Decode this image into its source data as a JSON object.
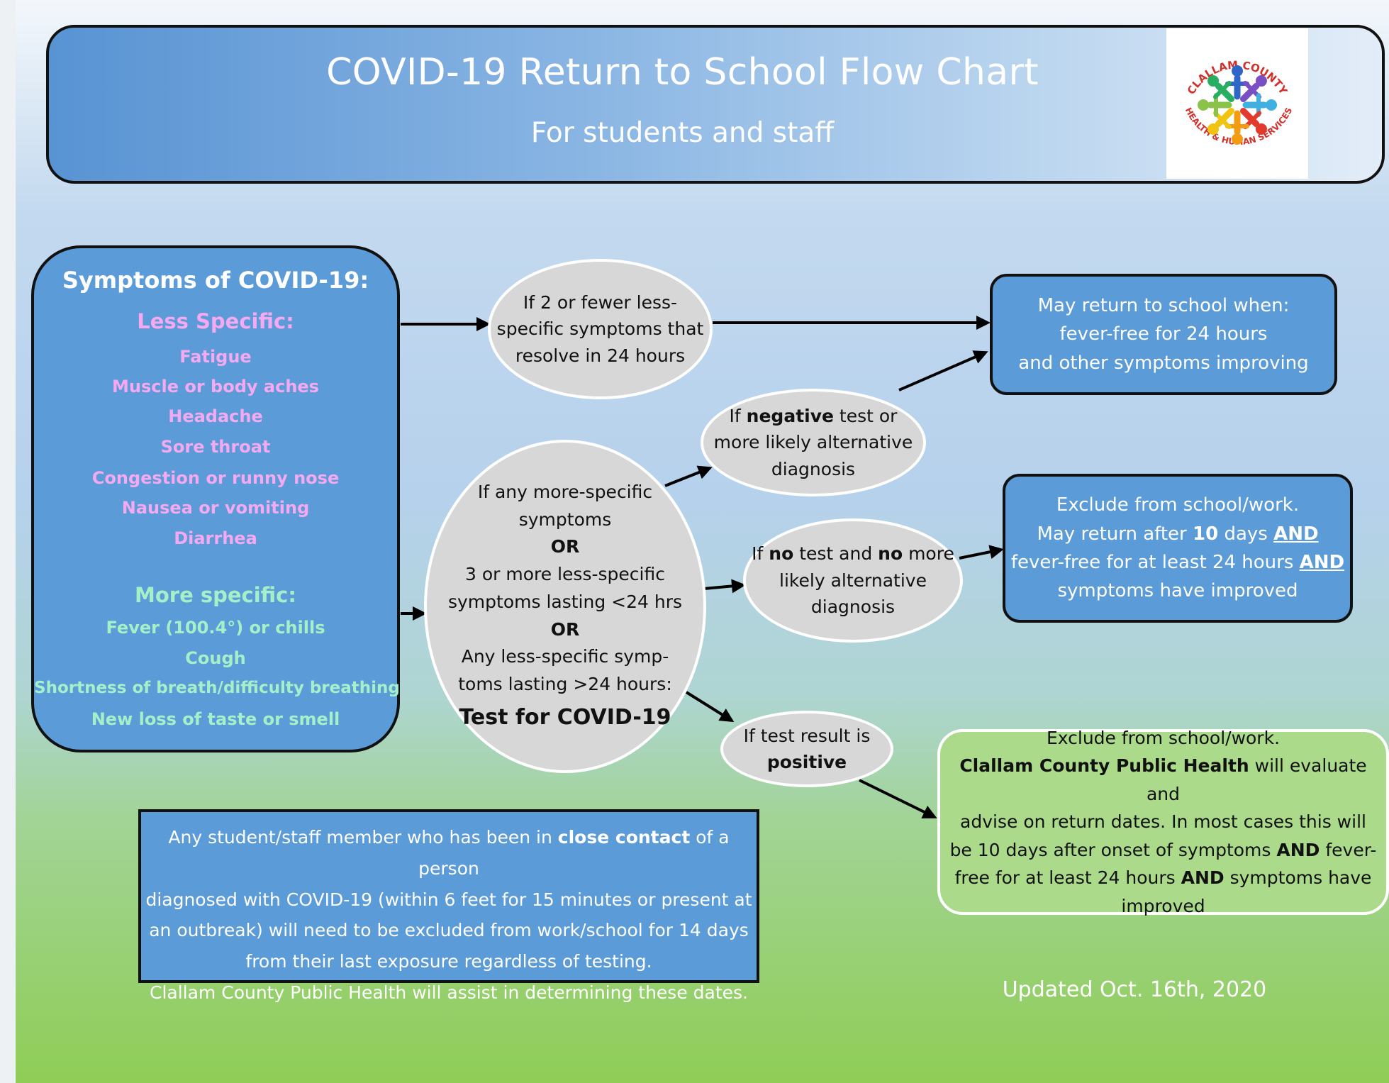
{
  "header": {
    "title": "COVID-19 Return to School Flow Chart",
    "subtitle": "For students and staff",
    "logo_text_top": "CLALLAM COUNTY",
    "logo_text_bottom": "HEALTH & HUMAN SERVICES"
  },
  "symptoms": {
    "title": "Symptoms of COVID-19:",
    "less_specific_heading": "Less Specific:",
    "less_specific": [
      "Fatigue",
      "Muscle or body aches",
      "Headache",
      "Sore throat",
      "Congestion or runny nose",
      "Nausea or vomiting",
      "Diarrhea"
    ],
    "more_specific_heading": "More specific:",
    "more_specific": [
      "Fever (100.4°) or chills",
      "Cough",
      "Shortness of breath/difficulty breathing",
      "New loss of taste or smell"
    ]
  },
  "nodes": {
    "few_symptoms": [
      "If 2 or fewer less-",
      "specific symptoms that",
      "resolve in 24 hours"
    ],
    "test_node": {
      "line1": "If any more-specific",
      "line2": "symptoms",
      "or1": "OR",
      "line3": "3 or more less-specific",
      "line4": "symptoms lasting <24 hrs",
      "or2": "OR",
      "line5": "Any less-specific symp-",
      "line6": "toms lasting >24 hours:",
      "action": "Test for COVID-19"
    },
    "negative": {
      "pre": "If ",
      "bold": "negative",
      "post": " test or",
      "line2": "more likely alternative",
      "line3": "diagnosis"
    },
    "no_test": {
      "pre": "If ",
      "bold1": "no",
      "mid": " test and ",
      "bold2": "no",
      "post": " more",
      "line2": "likely alternative",
      "line3": "diagnosis"
    },
    "positive": {
      "line1": "If test result is",
      "bold": "positive"
    }
  },
  "outcomes": {
    "return": [
      "May return to school when:",
      "fever-free for 24 hours",
      "and other symptoms improving"
    ],
    "exclude_10": {
      "line1": "Exclude from school/work.",
      "line2_pre": "May return after ",
      "line2_bold": "10",
      "line2_mid": " days ",
      "line2_and": "AND",
      "line3_pre": "fever-free for at least 24 hours ",
      "line3_and": "AND",
      "line4": "symptoms have improved"
    },
    "positive_result": {
      "line1": "Exclude from school/work.",
      "line2_bold": "Clallam County Public Health",
      "line2_post": " will evaluate and",
      "line3": "advise on return dates.  In most cases this will",
      "line4_pre": "be 10 days after onset of symptoms ",
      "line4_and": "AND",
      "line4_post": " fever-",
      "line5_pre": "free for at least 24 hours ",
      "line5_and": "AND",
      "line5_post": " symptoms have",
      "line6": "improved"
    }
  },
  "close_contact": {
    "line1_pre": "Any student/staff member who has been in ",
    "line1_bold": "close contact",
    "line1_post": " of a person",
    "line2": "diagnosed with COVID-19 (within 6 feet for 15 minutes or present at",
    "line3": "an outbreak) will need to be excluded from work/school for 14 days",
    "line4": "from their last exposure regardless of testing.",
    "line5": "Clallam County Public Health will assist in determining these dates."
  },
  "updated": "Updated Oct. 16th, 2020",
  "colors": {
    "box_blue": "#5b9bd8",
    "less_specific_text": "#f4a9f1",
    "more_specific_text": "#a6f0c9",
    "ellipse_gray": "#d7d7d7",
    "result_green": "#abdb8a"
  }
}
